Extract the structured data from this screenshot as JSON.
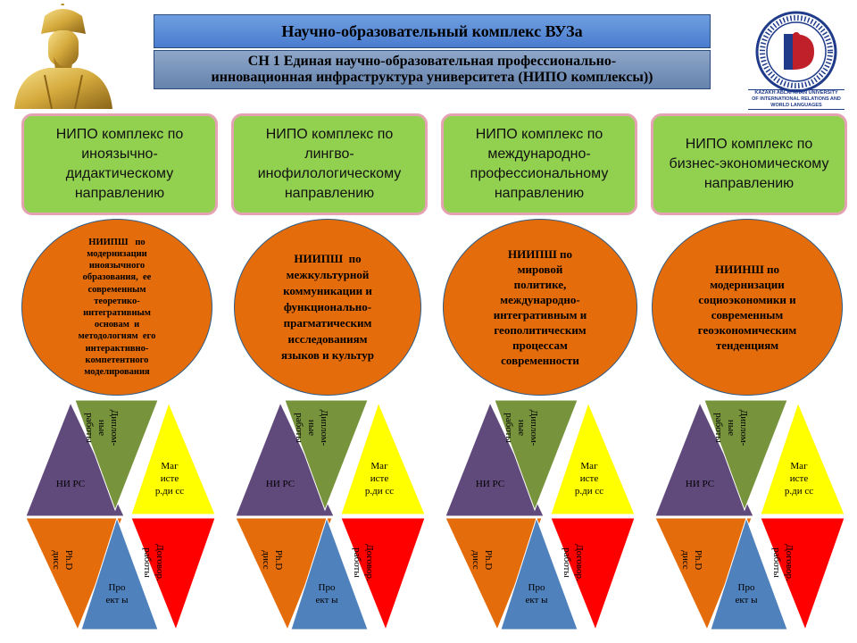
{
  "header": {
    "title": "Научно-образовательный  комплекс ВУЗа",
    "subtitle_line1": "СН 1 Единая научно-образовательная профессионально-",
    "subtitle_line2": "инновационная инфраструктура университета (НИПО комплексы))"
  },
  "logo": {
    "caption_line1": "KAZAKH  ABLAI KHAN  UNIVERSITY",
    "caption_line2": "OF INTERNATIONAL RELATIONS AND",
    "caption_line3": "WORLD LANGUAGES"
  },
  "colors": {
    "category_box": "#92d050",
    "circle": "#e46c0a",
    "tri_purple": "#604a7b",
    "tri_olive": "#77933c",
    "tri_yellow": "#ffff00",
    "tri_orange": "#e46c0a",
    "tri_blue": "#4f81bd",
    "tri_red": "#ff0000"
  },
  "columns": [
    {
      "category": "НИПО комплекс по иноязычно-дидактическому направлению",
      "institute_lines": [
        "НИИПШ   по",
        "модернизации",
        "иноязычного",
        "образования,  ее",
        "современным",
        "теоретико-",
        "интегративным",
        "основам  и",
        "методологиям  его",
        "интерактивно-",
        "компетентного",
        "моделирования"
      ],
      "triangles": {
        "nirs": "НИ РС",
        "diploma": "Диплом-ные работы",
        "masters": "Маг исте р.ди сс",
        "phd": "Ph.D дисс",
        "projects": "Про ект ы",
        "contracts": "Договор. работы"
      }
    },
    {
      "category": "НИПО комплекс по лингво-инофилологическому направлению",
      "institute_lines": [
        "НИИПШ  по",
        "межкультурной",
        "коммуникации и",
        "функционально-",
        "прагматическим",
        "исследованиям",
        "языков и культур"
      ],
      "triangles": {
        "nirs": "НИ РС",
        "diploma": "Диплом-ные работы",
        "masters": "Маг исте р.ди сс",
        "phd": "Ph.D дисс",
        "projects": "Про ект ы",
        "contracts": "Договор. работы"
      }
    },
    {
      "category": "НИПО комплекс по международно-профессиональному направлению",
      "institute_lines": [
        "НИИПШ по",
        "мировой",
        "политике,",
        "международно-",
        "интегративным и",
        "геополитическим",
        "процессам",
        "современности"
      ],
      "triangles": {
        "nirs": "НИ РС",
        "diploma": "Диплом-ные работы",
        "masters": "Маг исте р.ди сс",
        "phd": "Ph.D дисс",
        "projects": "Про ект ы",
        "contracts": "Договор. работы"
      }
    },
    {
      "category": "НИПО комплекс по бизнес-экономическому направлению",
      "institute_lines": [
        "НИИНШ по",
        "модернизации",
        "социоэкономики и",
        "современным",
        "геоэкономическим",
        "тенденциям"
      ],
      "triangles": {
        "nirs": "НИ РС",
        "diploma": "Диплом-ные работы",
        "masters": "Маг исте р.ди сс",
        "phd": "Ph.D дисс",
        "projects": "Про ект ы",
        "contracts": "Договор. работы"
      }
    }
  ]
}
